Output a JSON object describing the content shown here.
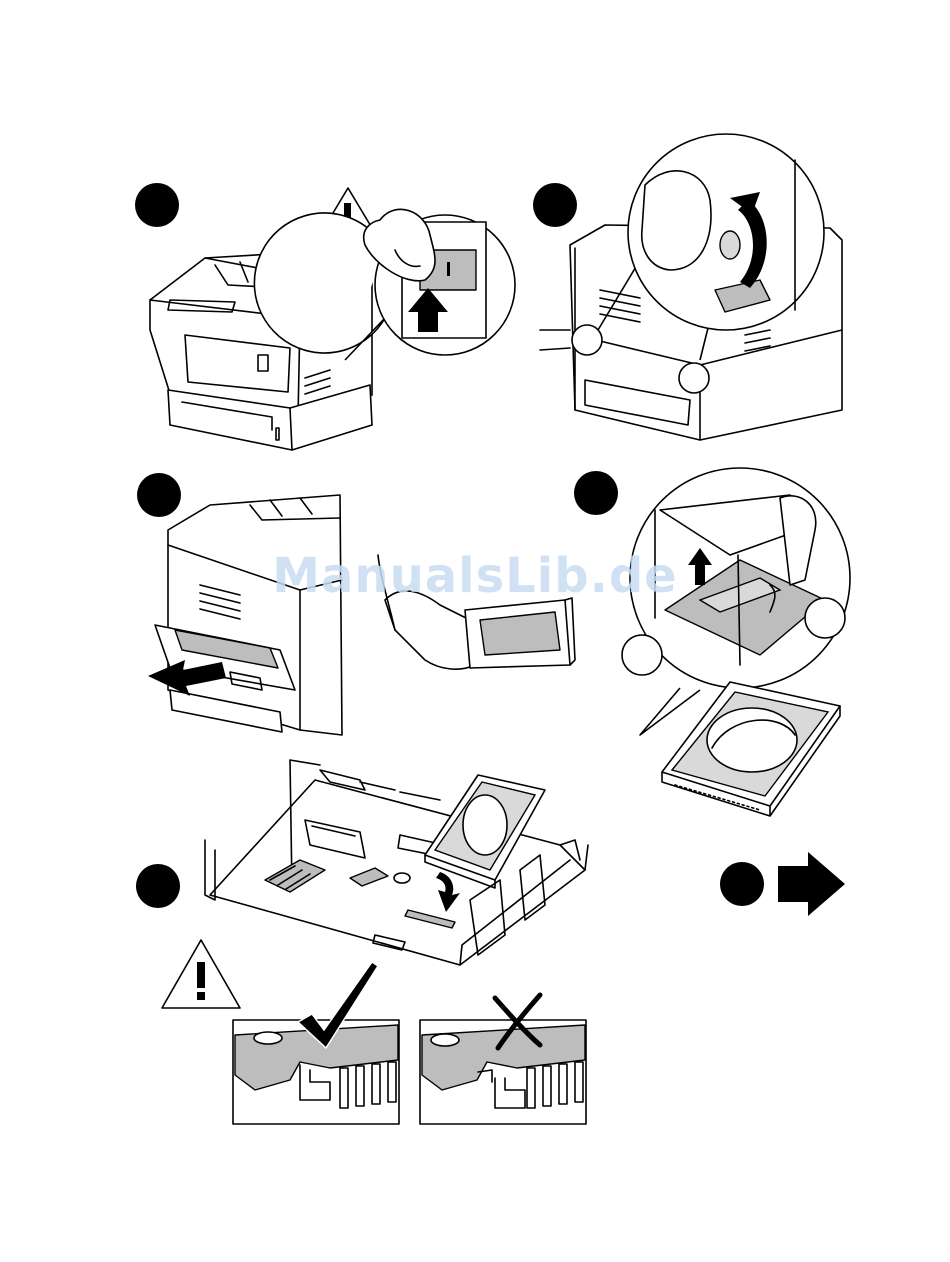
{
  "watermark": "ManualsLib.de",
  "colors": {
    "ink": "#000000",
    "shade": "#bdbdbd",
    "light_shade": "#d9d9d9",
    "watermark": "#c9dcf3"
  },
  "steps": [
    {
      "panel": "power-off",
      "icons": [
        "warning-icon",
        "power-switch-icon",
        "up-arrow-icon"
      ]
    },
    {
      "panel": "unscrew-thumbscrews",
      "icons": [
        "thumbscrew-icon",
        "rotate-arrow-icon"
      ]
    },
    {
      "panel": "remove-board",
      "icons": [
        "pull-arrow-icon"
      ]
    },
    {
      "panel": "peel-tape",
      "icons": [
        "lift-arrow-icon"
      ]
    },
    {
      "panel": "install-hard-drive",
      "icons": [
        "down-arrow-icon",
        "next-step-arrow-icon"
      ]
    }
  ],
  "callouts": {
    "correct": {
      "icon": "checkmark-icon"
    },
    "incorrect": {
      "icon": "x-mark-icon"
    },
    "caution": {
      "icon": "warning-icon"
    }
  }
}
